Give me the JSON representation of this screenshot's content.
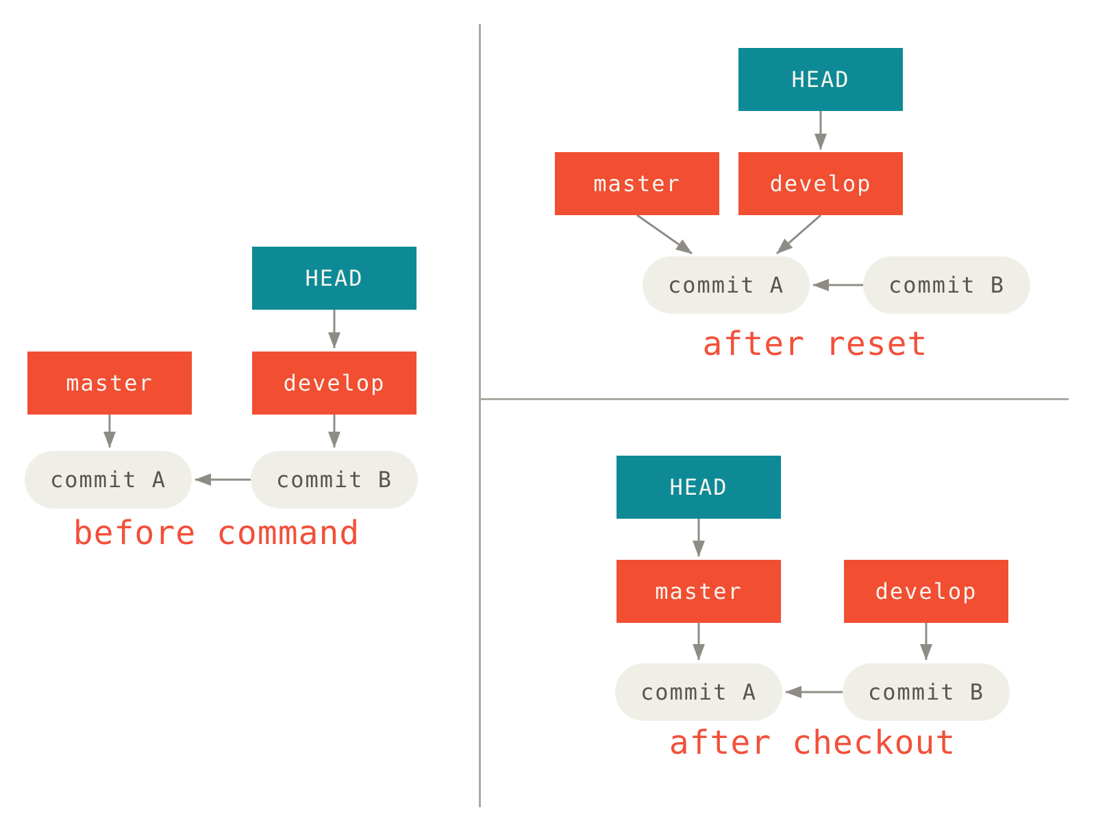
{
  "figure": {
    "description": "Git HEAD, branch and commit pointer diagram comparing reset vs checkout",
    "colors": {
      "head_box": "#0d8a96",
      "branch_box": "#f14e32",
      "commit_pill_bg": "#f0efe7",
      "commit_pill_text": "#57564e",
      "box_text": "#f7f4ef",
      "arrow": "#8f8c85",
      "divider": "#aba8a2",
      "caption_text": "#f2503a",
      "background": "#ffffff"
    }
  },
  "panels": [
    {
      "id": "before-command",
      "caption": "before command",
      "nodes": {
        "head": "HEAD",
        "master": "master",
        "develop": "develop",
        "commit_a": "commit A",
        "commit_b": "commit B"
      },
      "edges": [
        "HEAD -> develop",
        "master -> commit A",
        "develop -> commit B",
        "commit B -> commit A"
      ]
    },
    {
      "id": "after-reset",
      "caption": "after reset",
      "nodes": {
        "head": "HEAD",
        "master": "master",
        "develop": "develop",
        "commit_a": "commit A",
        "commit_b": "commit B"
      },
      "edges": [
        "HEAD -> develop",
        "master -> commit A",
        "develop -> commit A",
        "commit B -> commit A"
      ]
    },
    {
      "id": "after-checkout",
      "caption": "after checkout",
      "nodes": {
        "head": "HEAD",
        "master": "master",
        "develop": "develop",
        "commit_a": "commit A",
        "commit_b": "commit B"
      },
      "edges": [
        "HEAD -> master",
        "master -> commit A",
        "develop -> commit B",
        "commit B -> commit A"
      ]
    }
  ]
}
